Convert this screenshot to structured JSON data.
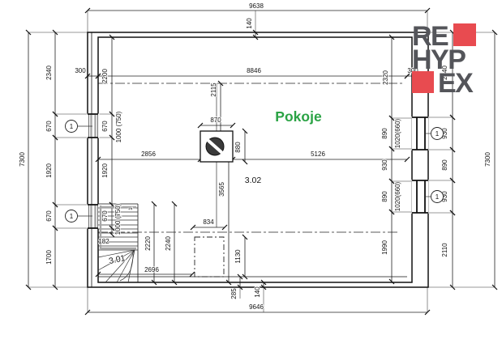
{
  "logo": {
    "row1": "RE",
    "row2": "HYP",
    "row3": "EX"
  },
  "rooms": {
    "main_label": "Pokoje",
    "room_a": "3.02",
    "room_b": "3.01"
  },
  "markers": {
    "window_ref": "1",
    "first_tread": "1"
  },
  "colors": {
    "logo_red": "#e84b50",
    "logo_gray": "#54555a",
    "label_green": "#2ba345",
    "line": "#141414"
  },
  "dims": {
    "top_total": "9638",
    "bottom_total": "9646",
    "left_total": "7300",
    "right_total": "7300",
    "top_offset_left": "300",
    "top_interior": "8846",
    "top_offset_right": "300",
    "wall_top": "140",
    "wall_bottom": "140",
    "bottom_edge": "285",
    "ridge_top": "2115",
    "chimney_w": "870",
    "chimney_h": "880",
    "room_left": "2856",
    "room_right": "5126",
    "stair_len_a": "2220",
    "stair_len_b": "2240",
    "stair_run": "2696",
    "interior_height": "3565",
    "opening_w": "834",
    "opening_h": "1130",
    "left_outer": [
      "2340",
      "670",
      "1920",
      "670",
      "1700"
    ],
    "left_inner": [
      "2200",
      "670",
      "1000 (750)",
      "1920",
      "670",
      "1000 (750)",
      "182"
    ],
    "right_inner": [
      "2320",
      "890",
      "1020(660)",
      "930",
      "890",
      "1020(660)",
      "1990"
    ],
    "right_outer": [
      "2440",
      "930",
      "890",
      "930",
      "2110"
    ]
  }
}
